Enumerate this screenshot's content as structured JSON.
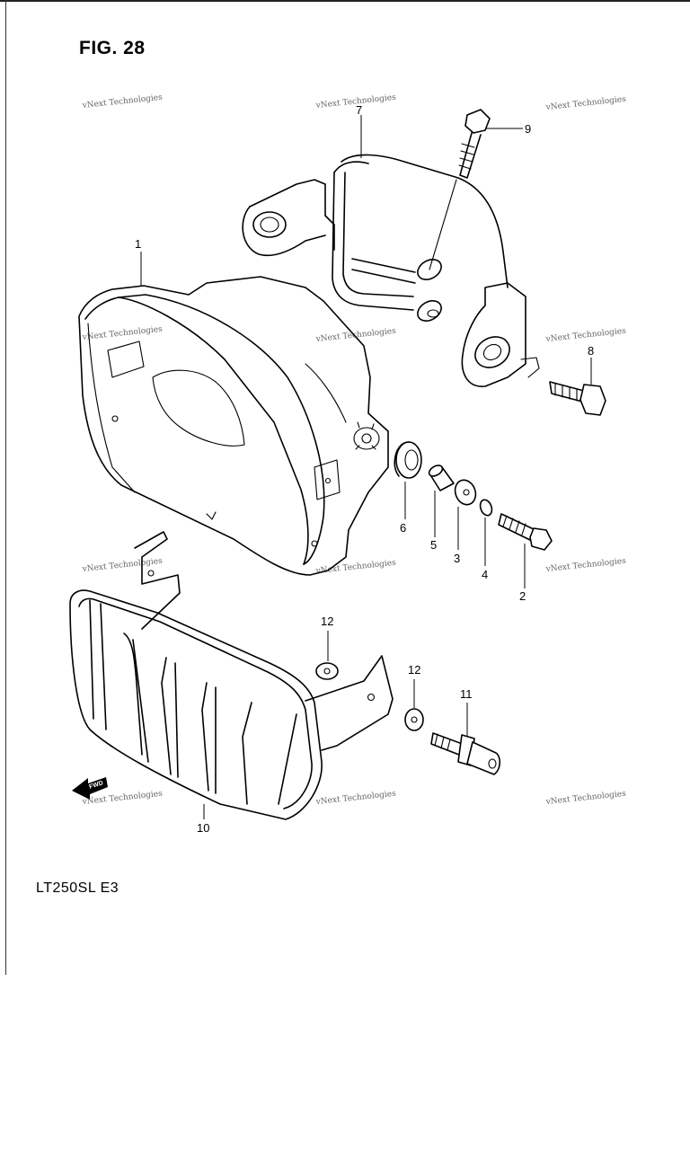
{
  "figure": {
    "title": "FIG. 28",
    "model": "LT250SL  E3"
  },
  "watermark": {
    "text": "vNext Technologies"
  },
  "parts": [
    {
      "id": "p1",
      "label": "1"
    },
    {
      "id": "p2",
      "label": "2"
    },
    {
      "id": "p3",
      "label": "3"
    },
    {
      "id": "p4",
      "label": "4"
    },
    {
      "id": "p5",
      "label": "5"
    },
    {
      "id": "p6",
      "label": "6"
    },
    {
      "id": "p7",
      "label": "7"
    },
    {
      "id": "p8",
      "label": "8"
    },
    {
      "id": "p9",
      "label": "9"
    },
    {
      "id": "p10",
      "label": "10"
    },
    {
      "id": "p11",
      "label": "11"
    },
    {
      "id": "p12a",
      "label": "12"
    },
    {
      "id": "p12b",
      "label": "12"
    }
  ],
  "direction_arrow": {
    "label": "FWD"
  }
}
